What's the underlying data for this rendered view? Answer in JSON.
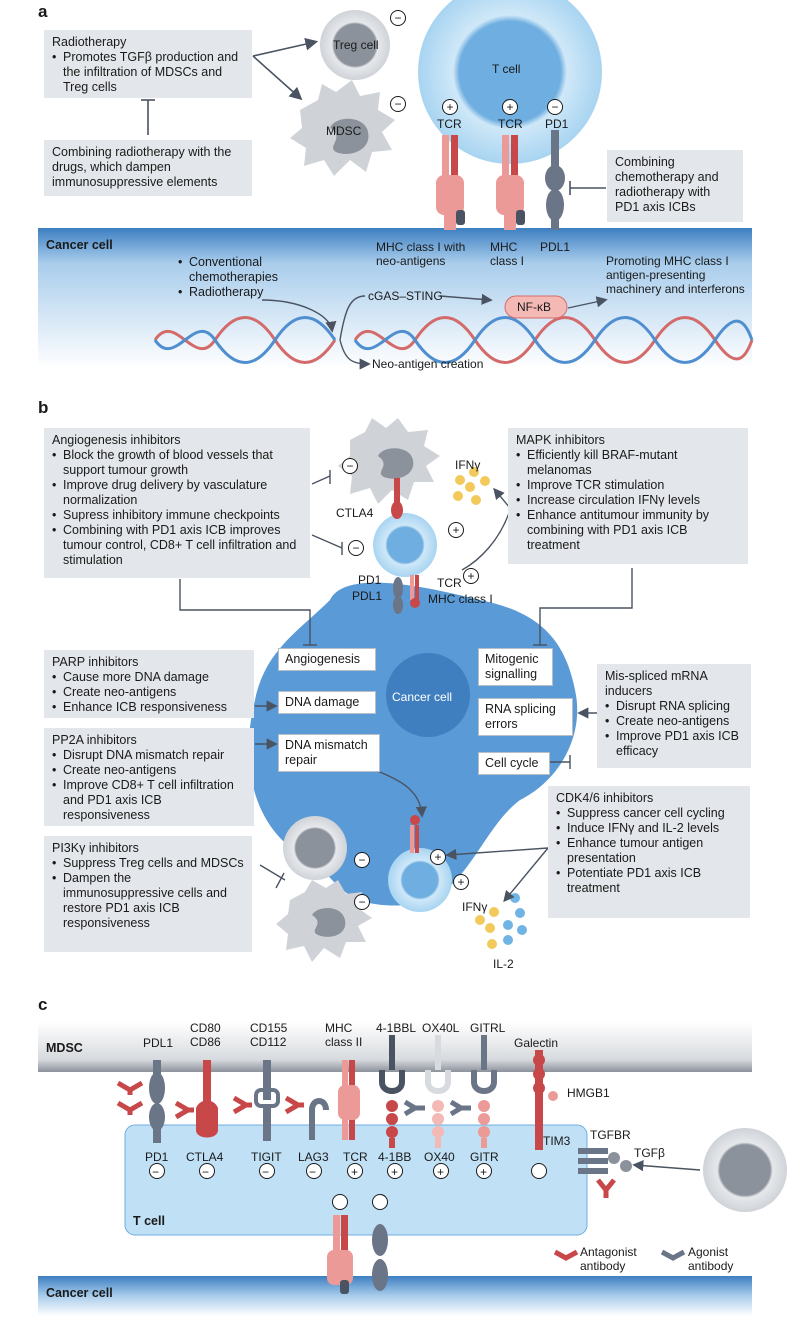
{
  "panels": {
    "a": "a",
    "b": "b",
    "c": "c"
  },
  "panel_a": {
    "radio_box": {
      "title": "Radiotherapy",
      "bullet": "Promotes TGFβ production and the infiltration of MDSCs and Treg cells"
    },
    "combine_box": "Combining radiotherapy with the drugs, which dampen immunosuppressive elements",
    "treg_label": "Treg cell",
    "mdsc_label": "MDSC",
    "tcell_label": "T cell",
    "tcr1": "TCR",
    "tcr2": "TCR",
    "pd1": "PD1",
    "chemo_box": "Combining chemotherapy and radiotherapy with PD1 axis ICBs",
    "cancer_cell": "Cancer cell",
    "mhc_neo": "MHC class I with neo-antigens",
    "mhc": "MHC class I",
    "pdl1": "PDL1",
    "bullets": [
      "Conventional chemotherapies",
      "Radiotherapy"
    ],
    "cgas": "cGAS–STING",
    "nfkb": "NF-κB",
    "promoting": "Promoting MHC class I antigen-presenting machinery and interferons",
    "neo_creation": "Neo-antigen creation"
  },
  "panel_b": {
    "angio": {
      "title": "Angiogenesis inhibitors",
      "items": [
        "Block the growth of blood vessels that support tumour growth",
        "Improve drug delivery by vasculature normalization",
        "Supress inhibitory immune checkpoints",
        "Combining with PD1 axis ICB improves tumour control, CD8+ T cell infiltration and stimulation"
      ]
    },
    "mapk": {
      "title": "MAPK inhibitors",
      "items": [
        "Efficiently kill BRAF-mutant melanomas",
        "Improve TCR stimulation",
        "Increase circulation IFNγ levels",
        "Enhance antitumour immunity by combining with PD1 axis ICB treatment"
      ]
    },
    "parp": {
      "title": "PARP inhibitors",
      "items": [
        "Cause more DNA damage",
        "Create neo-antigens",
        "Enhance ICB responsiveness"
      ]
    },
    "pp2a": {
      "title": "PP2A inhibitors",
      "items": [
        "Disrupt DNA mismatch repair",
        "Create neo-antigens",
        "Improve CD8+ T cell infiltration and PD1 axis ICB responsiveness"
      ]
    },
    "pi3k": {
      "title": "PI3Kγ inhibitors",
      "items": [
        "Suppress Treg cells and MDSCs",
        "Dampen the immunosuppressive cells and restore PD1 axis ICB responsiveness"
      ]
    },
    "missplice": {
      "title": "Mis-spliced mRNA inducers",
      "items": [
        "Disrupt RNA splicing",
        "Create neo-antigens",
        "Improve PD1 axis ICB efficacy"
      ]
    },
    "cdk": {
      "title": "CDK4/6 inhibitors",
      "items": [
        "Suppress cancer cell cycling",
        "Induce IFNγ and IL-2 levels",
        "Enhance tumour antigen presentation",
        "Potentiate PD1 axis ICB treatment"
      ]
    },
    "ctla4": "CTLA4",
    "ifng_top": "IFNγ",
    "pd1": "PD1",
    "pdl1": "PDL1",
    "tcr": "TCR",
    "mhc": "MHC class I",
    "angiogenesis": "Angiogenesis",
    "dna_damage": "DNA damage",
    "dna_mismatch": "DNA mismatch repair",
    "mitogenic": "Mitogenic signalling",
    "rna_splicing": "RNA splicing errors",
    "cell_cycle": "Cell cycle",
    "cancer_cell": "Cancer cell",
    "ifng_bottom": "IFNγ",
    "il2": "IL-2"
  },
  "panel_c": {
    "mdsc": "MDSC",
    "tcell": "T cell",
    "cancer_cell": "Cancer cell",
    "top_ligands": [
      "PDL1",
      "CD80 CD86",
      "CD155 CD112",
      "MHC class II",
      "4-1BBL",
      "OX40L",
      "GITRL",
      "Galectin"
    ],
    "receptors": [
      "PD1",
      "CTLA4",
      "TIGIT",
      "LAG3",
      "TCR",
      "4-1BB",
      "OX40",
      "GITR"
    ],
    "signs": [
      "−",
      "−",
      "−",
      "−",
      "+",
      "+",
      "+",
      "+"
    ],
    "tim3": "TIM3",
    "hmgb1": "HMGB1",
    "tgfbr": "TGFBR",
    "tgfb": "TGFβ",
    "antagonist": "Antagonist antibody",
    "agonist": "Agonist antibody"
  },
  "colors": {
    "box": "#e3e6ea",
    "red": "#c8484a",
    "pink": "#ec9a97",
    "blue": "#4f8fd0",
    "cellblue": "#bfe0f5",
    "grey": "#6b7588"
  }
}
